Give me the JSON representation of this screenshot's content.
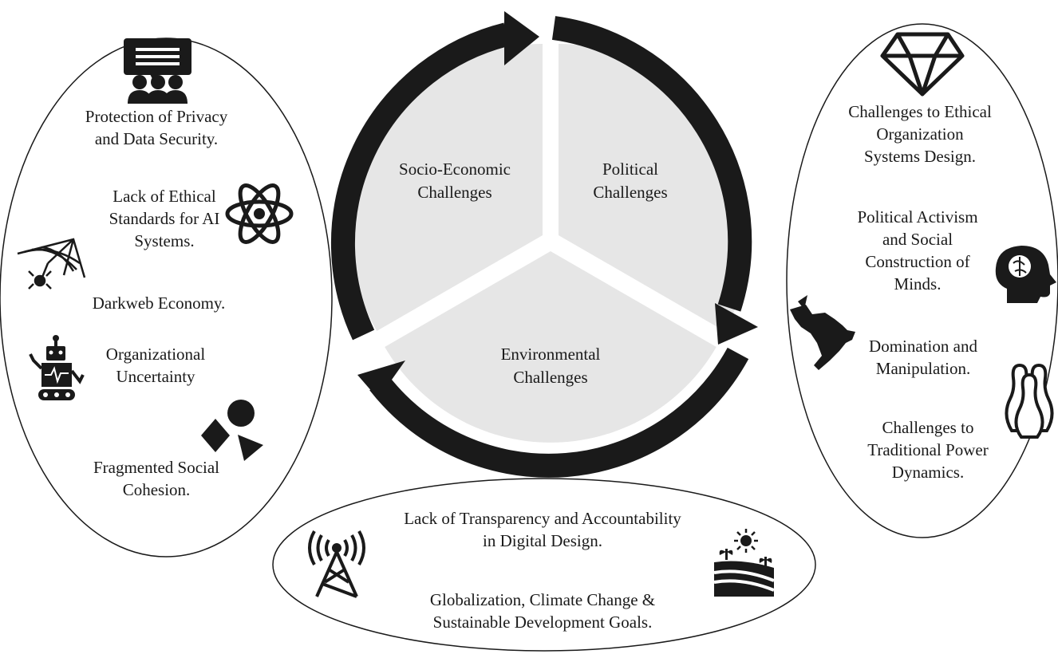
{
  "colors": {
    "ink": "#1a1a1a",
    "sector_fill": "#e6e6e6",
    "background": "#ffffff"
  },
  "cycle": {
    "sectors": {
      "socio_economic": "Socio-Economic\nChallenges",
      "political": "Political\nChallenges",
      "environmental": "Environmental\nChallenges"
    }
  },
  "left_group": {
    "items": [
      {
        "text": "Protection of Privacy\nand Data Security.",
        "icon": "chat-group-icon"
      },
      {
        "text": "Lack of Ethical\nStandards for AI\nSystems.",
        "icon": "atom-icon"
      },
      {
        "text": "Darkweb Economy.",
        "icon": "spiderweb-icon"
      },
      {
        "text": "Organizational\nUncertainty",
        "icon": "robot-icon"
      },
      {
        "text": "Fragmented Social\nCohesion.",
        "icon": "shapes-icon"
      }
    ]
  },
  "right_group": {
    "items": [
      {
        "text": "Challenges to Ethical\nOrganization\nSystems Design.",
        "icon": "diamond-icon"
      },
      {
        "text": "Political Activism\nand Social\nConstruction of\nMinds.",
        "icon": "brain-head-icon"
      },
      {
        "text": "Domination and\nManipulation.",
        "icon": "eagle-icon"
      },
      {
        "text": "Challenges to\nTraditional Power\nDynamics.",
        "icon": "bowling-pins-icon"
      }
    ]
  },
  "bottom_group": {
    "items": [
      {
        "text": "Lack of Transparency and Accountability\nin Digital Design.",
        "icon": "radio-tower-icon"
      },
      {
        "text": "Globalization, Climate Change &\nSustainable Development Goals.",
        "icon": "farm-field-icon"
      }
    ]
  }
}
